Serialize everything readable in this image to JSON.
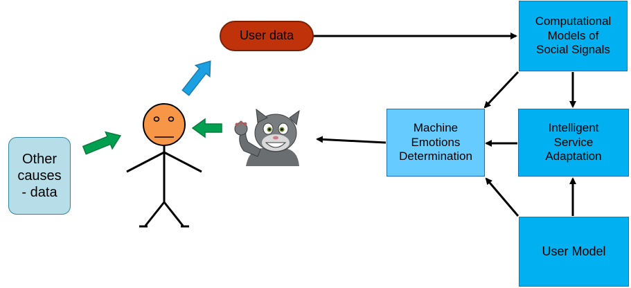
{
  "nodes": {
    "other_causes": "Other\ncauses\n- data",
    "user_data": "User data",
    "computational_models": "Computational\nModels  of\nSocial Signals",
    "machine_emotions": "Machine\nEmotions\nDetermination",
    "intelligent_service": "Intelligent\nService\nAdaptation",
    "user_model": "User Model"
  },
  "colors": {
    "box_fill": "#00b0f0",
    "box_border": "#1f6fb5",
    "machine_box_fill": "#66ccff",
    "other_fill": "#b7dde8",
    "other_border": "#31859c",
    "user_data_fill": "#c0330a",
    "user_data_border": "#7a1f06",
    "face_fill": "#f79646",
    "blue_arrow": "#1ba1e2",
    "green_arrow": "#00a050",
    "black": "#000000"
  },
  "icons": {
    "person": "stick-figure-neutral-face",
    "character": "cartoon-cat-waving"
  }
}
